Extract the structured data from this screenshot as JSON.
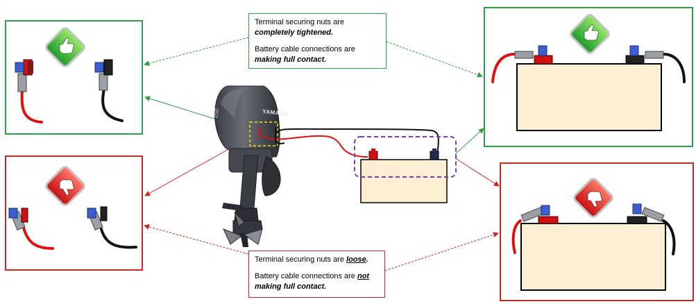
{
  "callouts": {
    "good": {
      "line1_prefix": "Terminal securing nuts are ",
      "line1_emph": "completely tightened",
      "line1_suffix": ".",
      "line2_prefix": "Battery cable connections are ",
      "line2_emph": "making full contact",
      "line2_suffix": "."
    },
    "bad": {
      "line1_prefix": "Terminal securing nuts are ",
      "line1_emph": "loose",
      "line1_suffix": ".",
      "line2_prefix": "Battery cable connections are ",
      "line2_emph": "not",
      "line2_mid": " ",
      "line2_emph2": "making full contact",
      "line2_suffix": "."
    }
  },
  "engine": {
    "brand": "YAMAHA",
    "model": "250"
  },
  "icons": {
    "good": "thumbs-up-icon",
    "bad": "thumbs-down-icon"
  },
  "colors": {
    "good": "#2e9e4a",
    "bad": "#c62828",
    "positive_cable": "#e01010",
    "negative_cable": "#111111",
    "battery_fill": "#fbeed3",
    "terminal_blue": "#3a5fd0",
    "highlight_box": "#f2e600",
    "battery_box": "#7a3fa0"
  }
}
